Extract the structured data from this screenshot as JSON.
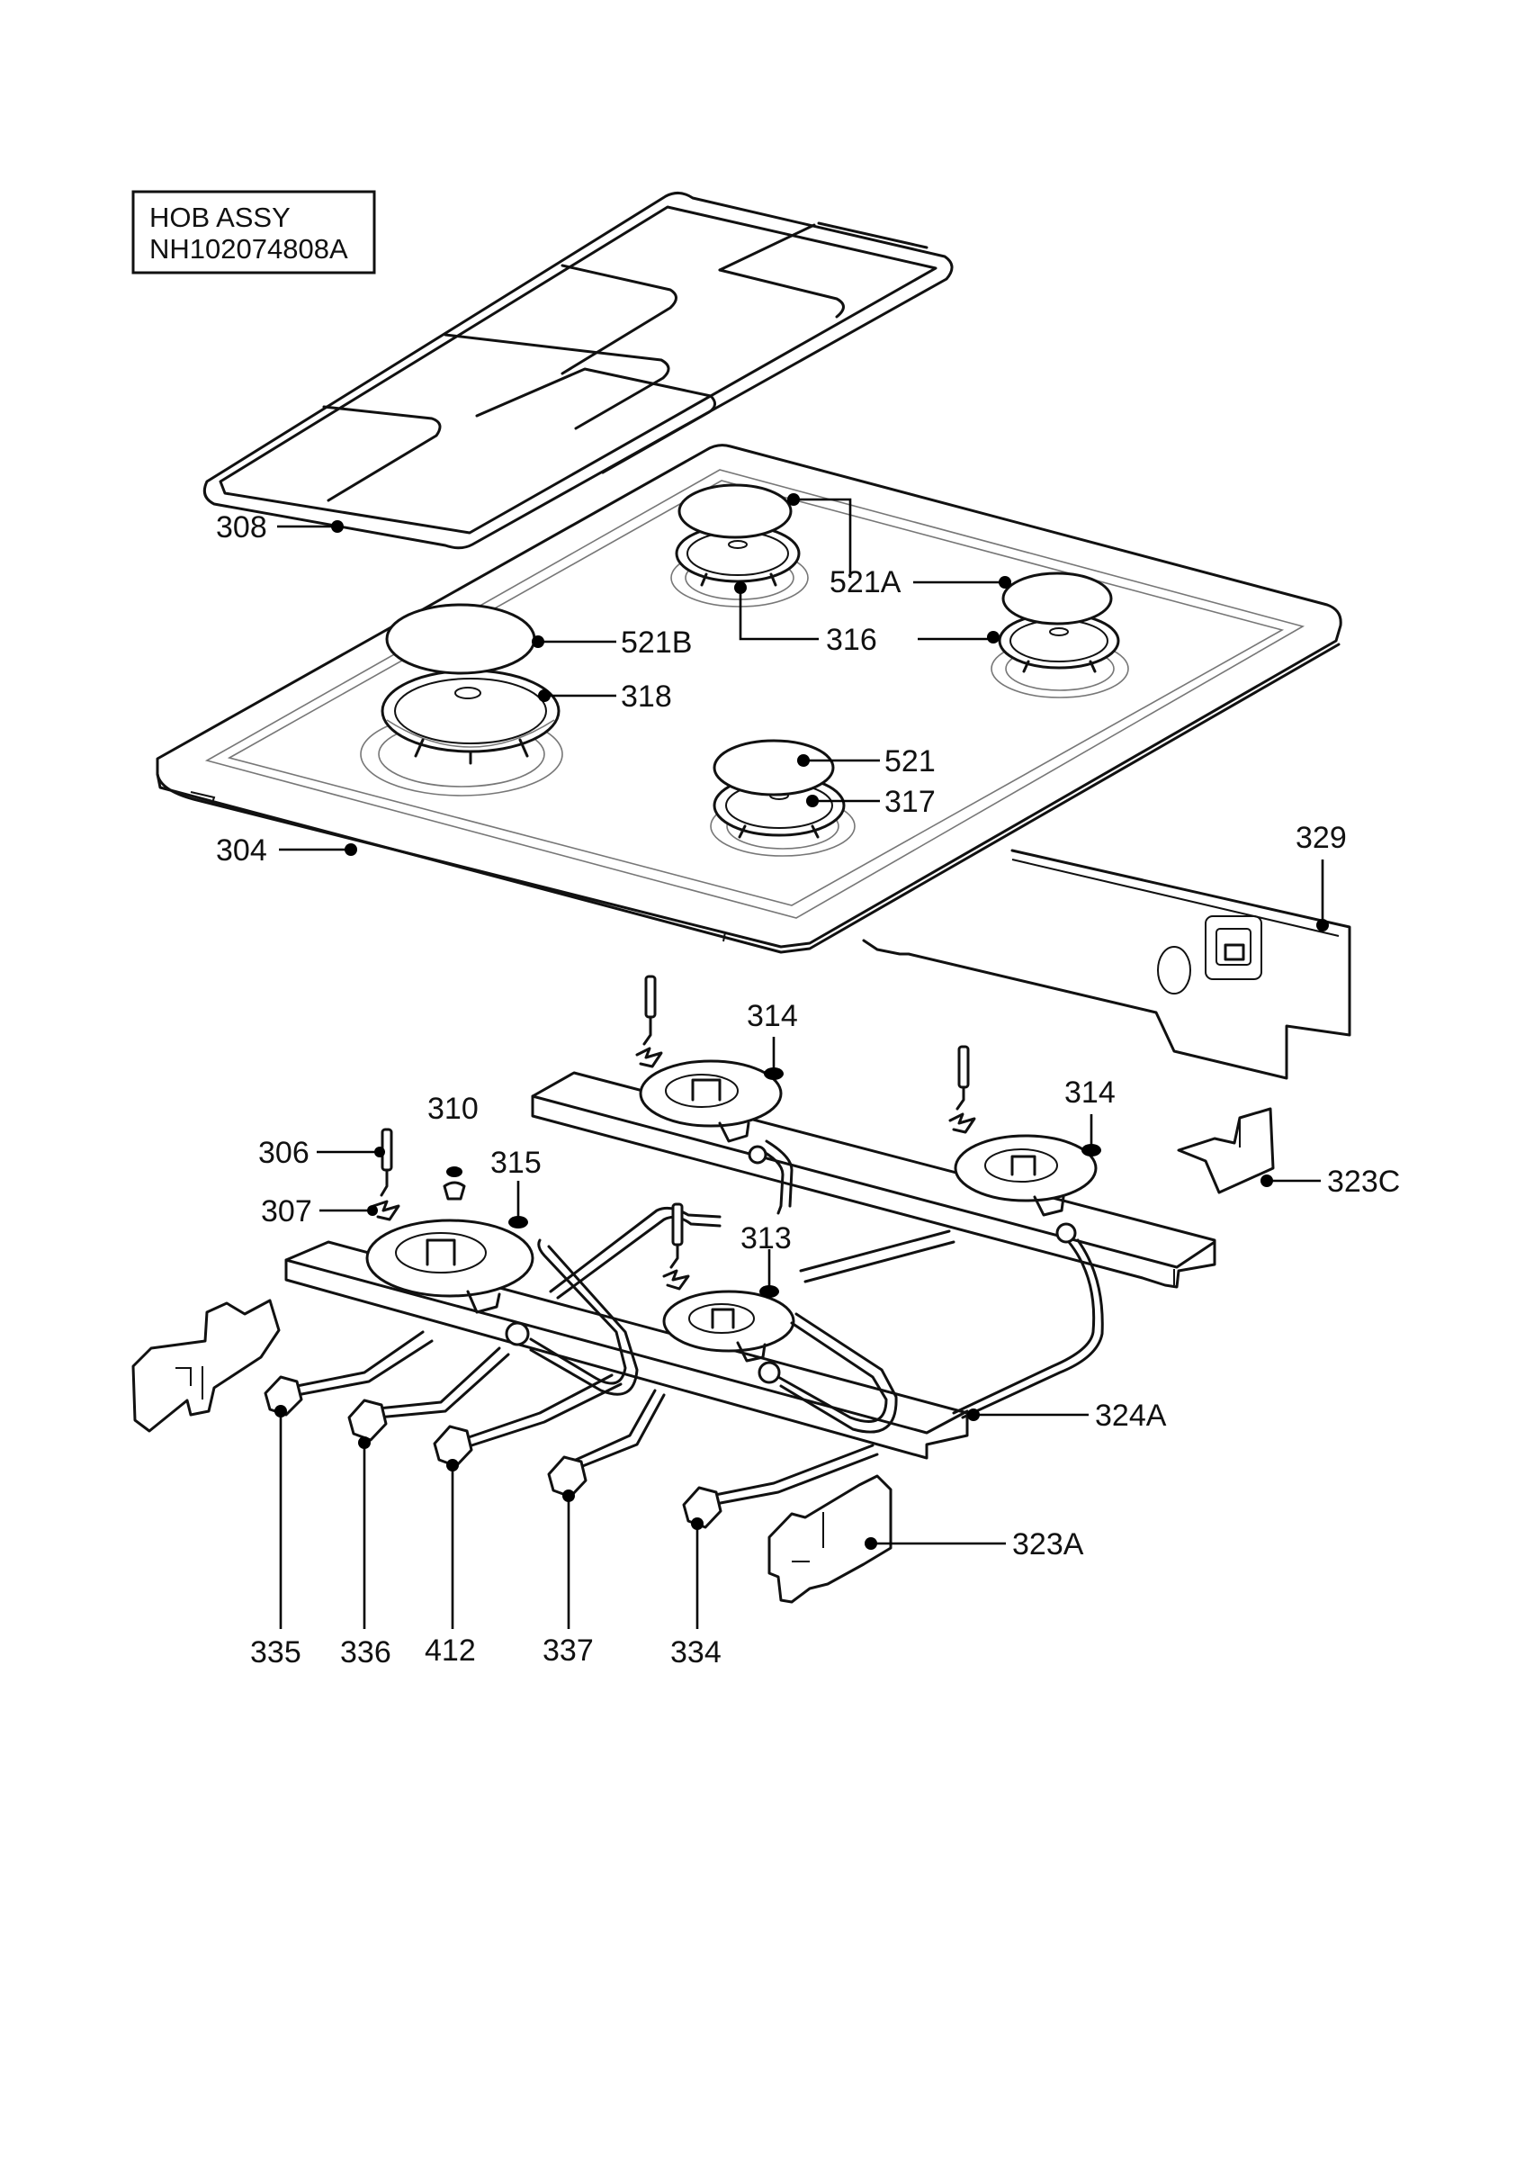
{
  "title_box": {
    "line1": "HOB ASSY",
    "line2": "NH102074808A"
  },
  "callouts": {
    "p308": "308",
    "p521A": "521A",
    "p316": "316",
    "p521B": "521B",
    "p318": "318",
    "p521": "521",
    "p317": "317",
    "p304": "304",
    "p329": "329",
    "p314a": "314",
    "p314b": "314",
    "p310": "310",
    "p306": "306",
    "p315": "315",
    "p307": "307",
    "p313": "313",
    "p323C": "323C",
    "p324A": "324A",
    "p323A": "323A",
    "p335": "335",
    "p336": "336",
    "p412": "412",
    "p337": "337",
    "p334": "334"
  }
}
